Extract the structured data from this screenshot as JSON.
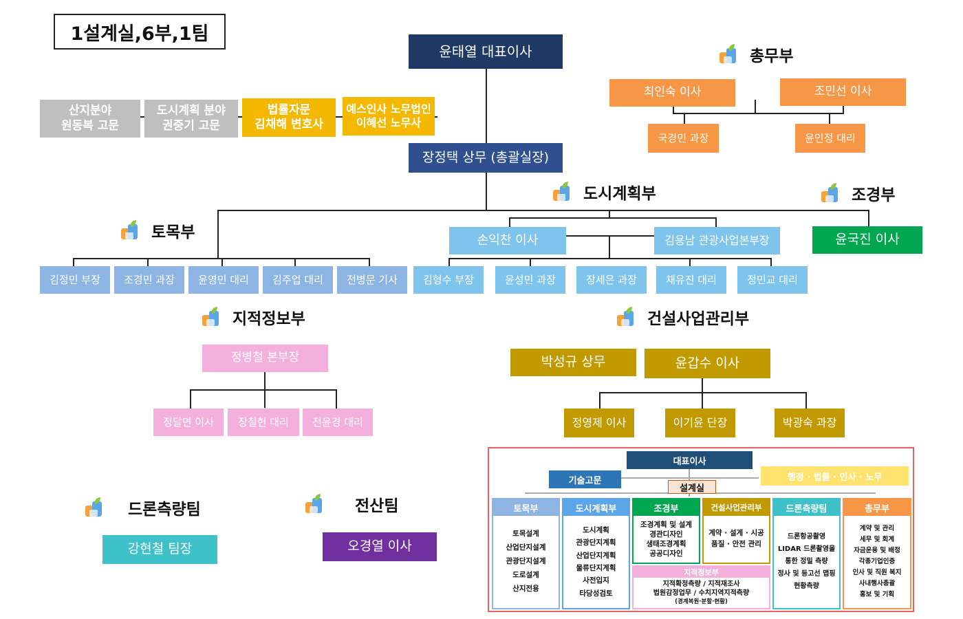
{
  "title": "1설계실,6부,1팀",
  "ceo": "윤태열 대표이사",
  "advisors": [
    {
      "line1": "산지분야",
      "line2": "원동복 고문"
    },
    {
      "line1": "도시계획 분야",
      "line2": "권중기 고문"
    },
    {
      "line1": "법률자문",
      "line2": "김채해 변호사"
    },
    {
      "line1": "예스인사 노무법인",
      "line2": "이혜선 노무사"
    }
  ],
  "chief": "장정택 상무 (총괄실장)",
  "general_affairs": {
    "name": "총무부",
    "directors": [
      "최인숙 이사",
      "조민선 이사"
    ],
    "staff": [
      "국경민 과장",
      "윤인정 대리"
    ]
  },
  "civil": {
    "name": "토목부",
    "members": [
      "김정민 부장",
      "조경민 과장",
      "윤영민 대리",
      "김주업 대리",
      "전병문 기사"
    ]
  },
  "urban": {
    "name": "도시계획부",
    "heads": [
      "손익찬 이사",
      "김용남 관광사업본부장"
    ],
    "members": [
      "김형수  부장",
      "윤성민 과장",
      "장세은 과장",
      "채유진 대리",
      "정민교 대리"
    ]
  },
  "landscape": {
    "name": "조경부",
    "head": "윤국진 이사"
  },
  "cadastral": {
    "name": "지적정보부",
    "head": "정병철 본부장",
    "members": [
      "정달면 이사",
      "장철헌 대리",
      "전윤경 대리"
    ]
  },
  "construction": {
    "name": "건설사업관리부",
    "heads": [
      "박성규 상무",
      "윤갑수 이사"
    ],
    "members": [
      "정영제 이사",
      "이기윤 단장",
      "박광숙 과장"
    ]
  },
  "drone": {
    "name": "드론측량팀",
    "head": "강현철 팀장"
  },
  "it": {
    "name": "전산팀",
    "head": "오경열 이사"
  },
  "mini": {
    "ceo": "대표이사",
    "tech": "기술고문",
    "admin": "행정 · 법률 · 인사 · 노무",
    "design": "설계실",
    "cols": [
      {
        "name": "토목부",
        "items": [
          "토목설계",
          "산업단지설계",
          "관광단지설계",
          "도로설계",
          "산지전용"
        ]
      },
      {
        "name": "도시계획부",
        "items": [
          "도시계획",
          "관광단지계획",
          "산업단지계획",
          "물류단지계획",
          "사전입지",
          "타당성검토"
        ]
      },
      {
        "name": "조경부",
        "items": [
          "조경계획 및 설계",
          "경관디자인",
          "생태조경계획",
          "공공디자인"
        ]
      },
      {
        "name": "건설사업관리부",
        "items": [
          "계약 · 설계 · 시공",
          "품질 · 안전 관리"
        ]
      },
      {
        "name": "드론측량팀",
        "items": [
          "드론항공촬영",
          "LIDAR 드론촬영을",
          "통한 정밀 측량",
          "정사 및 등고선 맵핑",
          "현황측량"
        ]
      },
      {
        "name": "총무부",
        "items": [
          "계약 및 관리",
          "세무 및 회계",
          "자금운용 및 배정",
          "각종기업인증",
          "인사 및 직원 복지",
          "사내행사총괄",
          "홍보 및 기획"
        ]
      }
    ],
    "cadastral": {
      "name": "지적정보부",
      "line1": "지적확정측량 / 지적재조사",
      "line2": "법원감정업무 / 수치지역지적측량",
      "line3": "(경계복원·분할·현황)"
    }
  }
}
